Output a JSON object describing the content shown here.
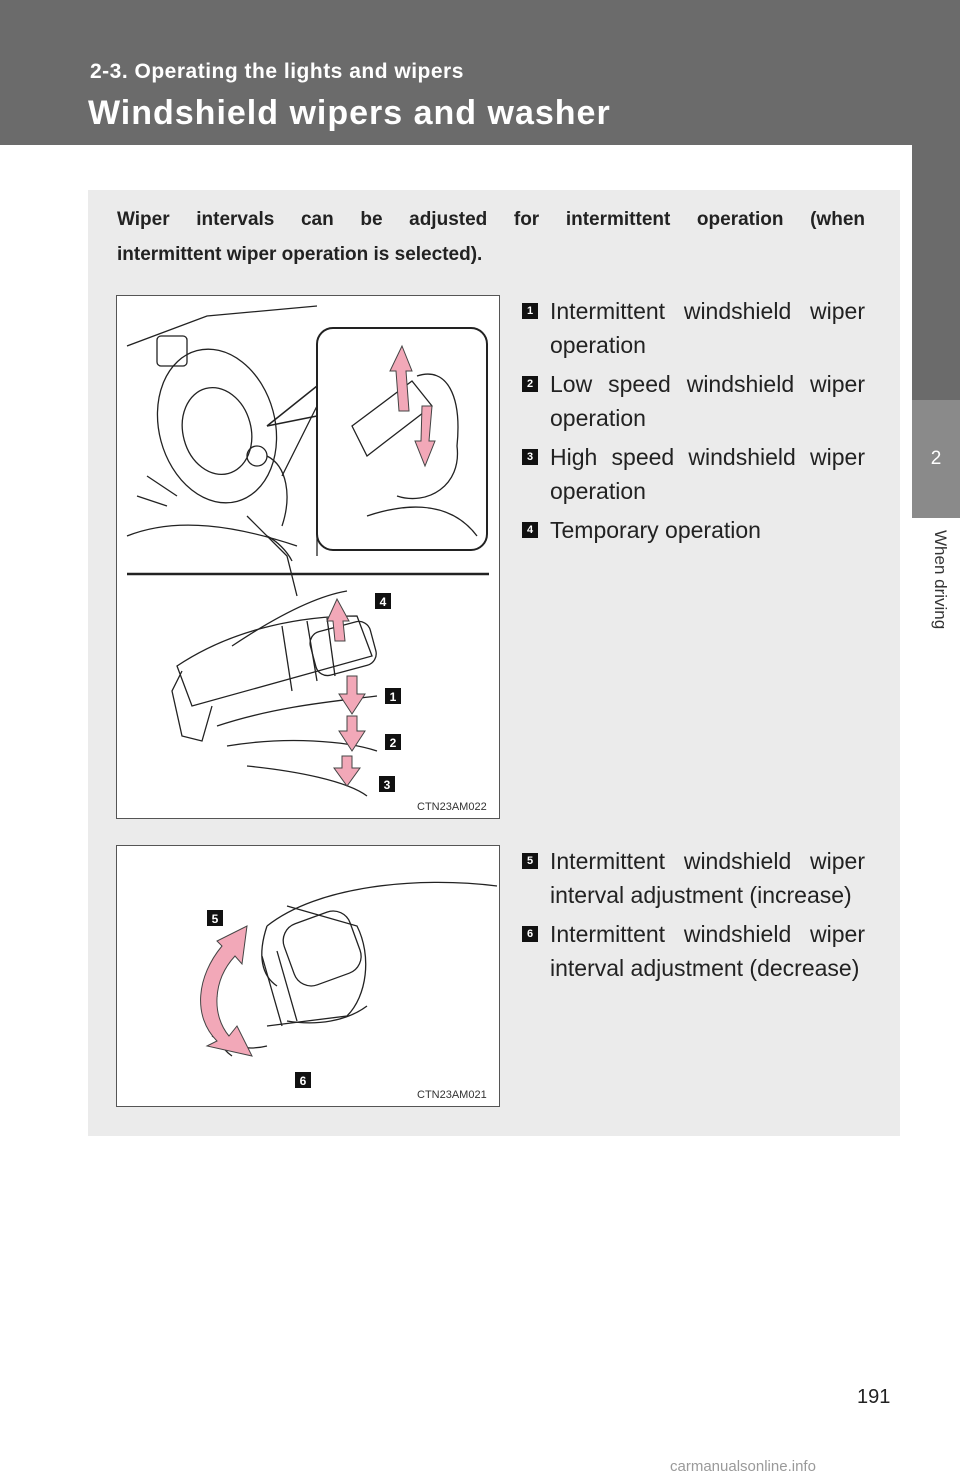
{
  "header": {
    "section": "2-3. Operating the lights and wipers",
    "title": "Windshield wipers and washer"
  },
  "side_tab": {
    "chapter_number": "2",
    "chapter_label": "When driving"
  },
  "intro_line1": "Wiper intervals can be adjusted for intermittent operation (when",
  "intro_line2": "intermittent wiper operation is selected).",
  "figure1": {
    "code": "CTN23AM022",
    "callouts": [
      "4",
      "1",
      "2",
      "3"
    ]
  },
  "figure2": {
    "code": "CTN23AM021",
    "callouts": [
      "5",
      "6"
    ]
  },
  "items_group1": [
    {
      "num": "1",
      "text": "Intermittent windshield wiper operation"
    },
    {
      "num": "2",
      "text": "Low speed windshield wiper operation"
    },
    {
      "num": "3",
      "text": "High speed windshield wiper operation"
    },
    {
      "num": "4",
      "text": "Temporary operation"
    }
  ],
  "items_group2": [
    {
      "num": "5",
      "text": "Intermittent windshield wiper interval adjustment (increase)"
    },
    {
      "num": "6",
      "text": "Intermittent windshield wiper interval adjustment (decrease)"
    }
  ],
  "page_number": "191",
  "watermark": "carmanualsonline.info",
  "colors": {
    "header": "#6b6b6b",
    "panel": "#ebebeb",
    "arrow_pink": "#f2a8b8"
  }
}
